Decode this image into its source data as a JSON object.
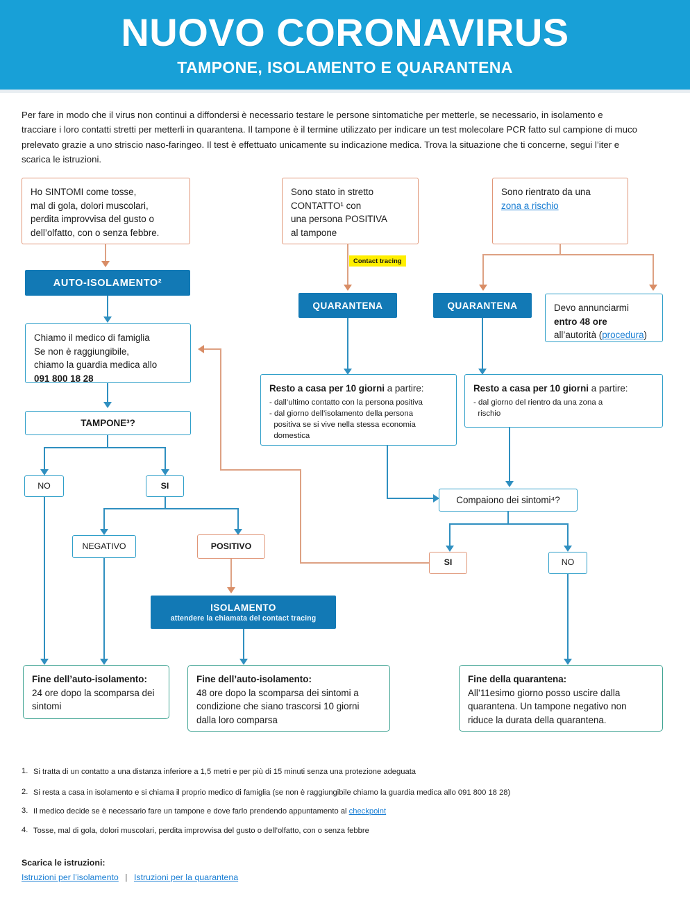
{
  "header": {
    "title": "NUOVO CORONAVIRUS",
    "subtitle": "TAMPONE, ISOLAMENTO E QUARANTENA",
    "background_color": "#18a0d7"
  },
  "intro": {
    "paragraph": "Per fare in modo che il virus non continui a diffondersi è necessario testare le persone sintomatiche per metterle, se necessario, in isolamento e tracciare i loro contatti stretti per metterli in quarantena. Il tampone è il termine utilizzato per indicare un test molecolare PCR fatto sul campione di muco prelevato grazie a uno striscio naso-faringeo. Il test è effettuato unicamente su indicazione medica. Trova la situazione che ti concerne, segui l’iter e scarica le istruzioni."
  },
  "colors": {
    "brand_blue": "#18a0d7",
    "fill_blue": "#1279b5",
    "border_blue": "#2f9fc9",
    "border_orange": "#e09678",
    "border_green": "#3fa392",
    "link_blue": "#1b7fd4",
    "highlight_yellow": "#ffef00"
  },
  "flow": {
    "start_symptoms": {
      "lines": [
        "Ho SINTOMI come tosse,",
        "mal di gola, dolori muscolari,",
        "perdita improvvisa del gusto o",
        "dell’olfatto, con o senza febbre."
      ]
    },
    "start_contact": {
      "lines": [
        "Sono stato in stretto",
        "CONTATTO¹ con",
        "una persona POSITIVA",
        "al tampone"
      ]
    },
    "start_risk_zone": {
      "line1": "Sono rientrato da una",
      "link": "zona a rischio"
    },
    "contact_tracing_tag": "Contact tracing",
    "auto_isolamento": "AUTO-ISOLAMENTO²",
    "quarantena_contact": "QUARANTENA",
    "quarantena_risk": "QUARANTENA",
    "chiamo_medico": {
      "l1": "Chiamo il medico di famiglia",
      "l2": "Se non è raggiungibile,",
      "l3": "chiamo la guardia medica allo",
      "phone": "091 800 18 28"
    },
    "annunciarmi": {
      "l1": "Devo annunciarmi",
      "l2_bold": "entro 48 ore",
      "l3_pre": "all’autorità (",
      "l3_link": "procedura",
      "l3_post": ")"
    },
    "tampone_question": "TAMPONE³?",
    "tampone_no": "NO",
    "tampone_si": "SI",
    "negativo": "NEGATIVO",
    "positivo": "POSITIVO",
    "resto_casa_contact": {
      "bold": "Resto a casa per 10 giorni",
      "rest": " a partire:",
      "bullets": [
        "- dall’ultimo contatto con la persona positiva",
        "- dal giorno dell’isolamento della persona",
        "  positiva se si vive nella stessa economia",
        "  domestica"
      ]
    },
    "resto_casa_risk": {
      "bold": "Resto a casa per 10 giorni",
      "rest": " a partire:",
      "bullets": [
        "- dal giorno del rientro da una zona a",
        "  rischio"
      ]
    },
    "sintomi_question": "Compaiono dei sintomi⁴?",
    "sintomi_si": "SI",
    "sintomi_no": "NO",
    "isolamento": {
      "title": "ISOLAMENTO",
      "subtitle": "attendere la chiamata del contact tracing"
    },
    "fine_auto_1": {
      "title": "Fine dell’auto-isolamento:",
      "body": "24 ore dopo la scomparsa dei sintomi"
    },
    "fine_auto_2": {
      "title": "Fine dell’auto-isolamento:",
      "body": "48 ore dopo la scomparsa dei sintomi a condizione che siano trascorsi 10 giorni dalla loro comparsa"
    },
    "fine_quarantena": {
      "title": "Fine della quarantena:",
      "body": "All’11esimo giorno posso uscire dalla quarantena. Un tampone negativo non riduce la durata della quarantena."
    }
  },
  "footnotes": [
    {
      "num": "1.",
      "text": "Si tratta di un contatto a una distanza inferiore a 1,5 metri e per più di 15 minuti senza una protezione adeguata"
    },
    {
      "num": "2.",
      "text": "Si resta a casa in isolamento e si chiama il proprio medico di famiglia (se non è raggiungibile chiamo la guardia medica allo 091 800 18 28)"
    },
    {
      "num": "3.",
      "text": "Il medico decide se è necessario fare un tampone e dove farlo prendendo appuntamento al ",
      "link": "checkpoint"
    },
    {
      "num": "4.",
      "text": "Tosse, mal di gola, dolori muscolari, perdita improvvisa del gusto o dell’olfatto, con o senza febbre"
    }
  ],
  "downloads": {
    "title": "Scarica le istruzioni:",
    "link1": "Istruzioni per l’isolamento",
    "separator": "|",
    "link2": "Istruzioni per la quarantena"
  }
}
